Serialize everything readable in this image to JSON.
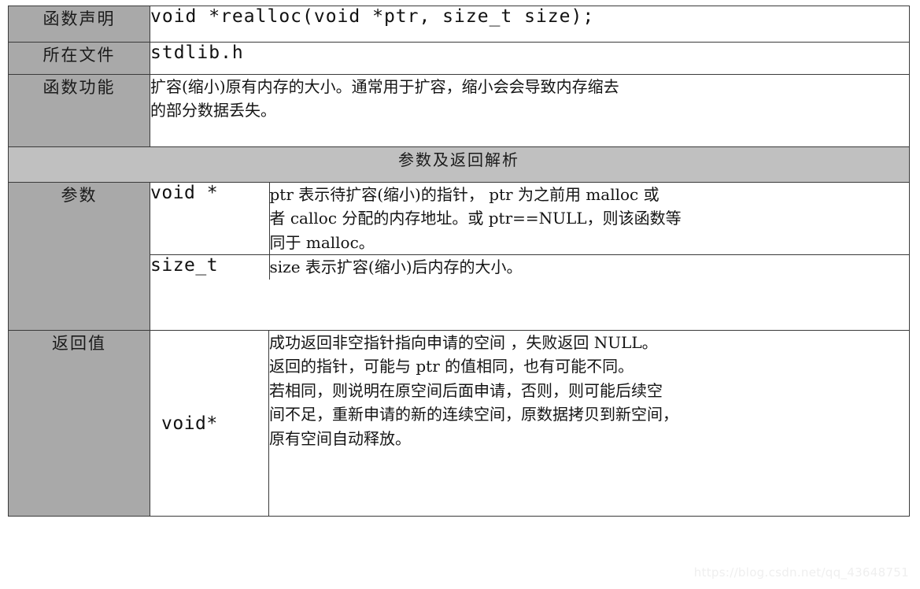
{
  "table": {
    "rows": [
      {
        "label": "函数声明",
        "value": "void *realloc(void *ptr, size_t size);"
      },
      {
        "label": "所在文件",
        "value": "stdlib.h"
      },
      {
        "label": "函数功能",
        "lines": [
          "扩容(缩小)原有内存的大小。通常用于扩容，缩小会会导致内存缩去",
          "的部分数据丢失。"
        ]
      }
    ],
    "section_header": "参数及返回解析",
    "param_section": {
      "label": "参数",
      "entries": [
        {
          "type": "void *",
          "lines": [
            "ptr 表示待扩容(缩小)的指针， ptr 为之前用 malloc 或",
            "者 calloc 分配的内存地址。或 ptr==NULL，则该函数等",
            "同于 malloc。"
          ]
        },
        {
          "type": "size_t",
          "lines": [
            "size 表示扩容(缩小)后内存的大小。"
          ]
        }
      ]
    },
    "return_section": {
      "label": "返回值",
      "type": "void*",
      "lines": [
        "成功返回非空指针指向申请的空间 ，失败返回 NULL。",
        "返回的指针，可能与 ptr 的值相同，也有可能不同。",
        "若相同，则说明在原空间后面申请，否则，则可能后续空",
        "间不足，重新申请的新的连续空间，原数据拷贝到新空间，",
        "原有空间自动释放。"
      ]
    }
  },
  "watermark": "https://blog.csdn.net/qq_43648751",
  "colors": {
    "label_bg": "#a9a9a9",
    "header_bg": "#c0c0c0",
    "border": "#3a3a3a",
    "text": "#141414",
    "watermark": "#efefef"
  }
}
